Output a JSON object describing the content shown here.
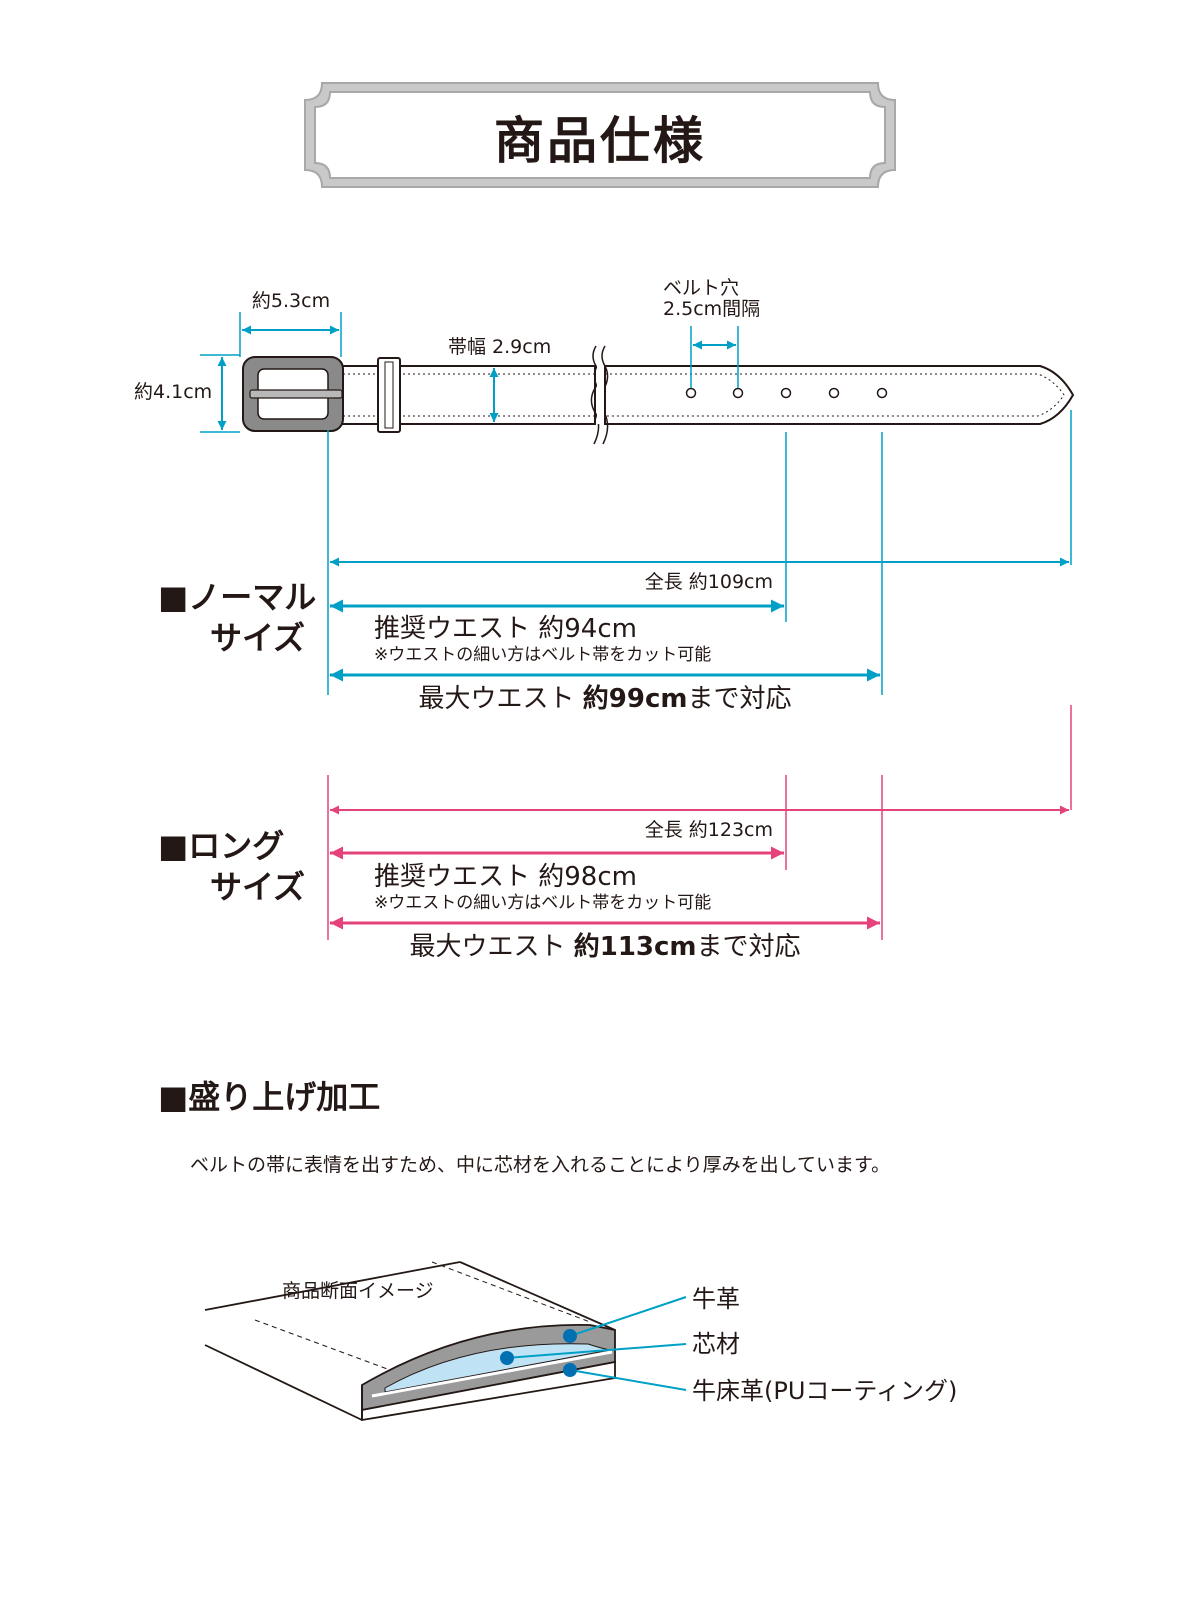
{
  "colors": {
    "normal": "#00a0c6",
    "long": "#e5427c",
    "ink": "#231815",
    "frame_gray": "#b5b5b5",
    "core_blue": "#bfe3f4",
    "leather_gray": "#9a9a9a",
    "dot_blue": "#0070b3"
  },
  "title": "商品仕様",
  "belt": {
    "buckle_width": "約5.3cm",
    "buckle_height": "約4.1cm",
    "strap_width": "帯幅 2.9cm",
    "hole_spacing_line1": "ベルト穴",
    "hole_spacing_line2": "2.5cm間隔"
  },
  "normal_size": {
    "heading_line1": "■ノーマル",
    "heading_line2": "サイズ",
    "total_length": "全長 約109cm",
    "recommended_waist": "推奨ウエスト 約94cm",
    "note": "※ウエストの細い方はベルト帯をカット可能",
    "max_waist_prefix": "最大ウエスト ",
    "max_waist_value": "約99cm",
    "max_waist_suffix": "まで対応"
  },
  "long_size": {
    "heading_line1": "■ロング",
    "heading_line2": "サイズ",
    "total_length": "全長 約123cm",
    "recommended_waist": "推奨ウエスト 約98cm",
    "note": "※ウエストの細い方はベルト帯をカット可能",
    "max_waist_prefix": "最大ウエスト ",
    "max_waist_value": "約113cm",
    "max_waist_suffix": "まで対応"
  },
  "padding_section": {
    "heading": "■盛り上げ加工",
    "description": "ベルトの帯に表情を出すため、中に芯材を入れることにより厚みを出しています。",
    "cross_section_label": "商品断面イメージ",
    "layers": [
      "牛革",
      "芯材",
      "牛床革(PUコーティング)"
    ]
  }
}
